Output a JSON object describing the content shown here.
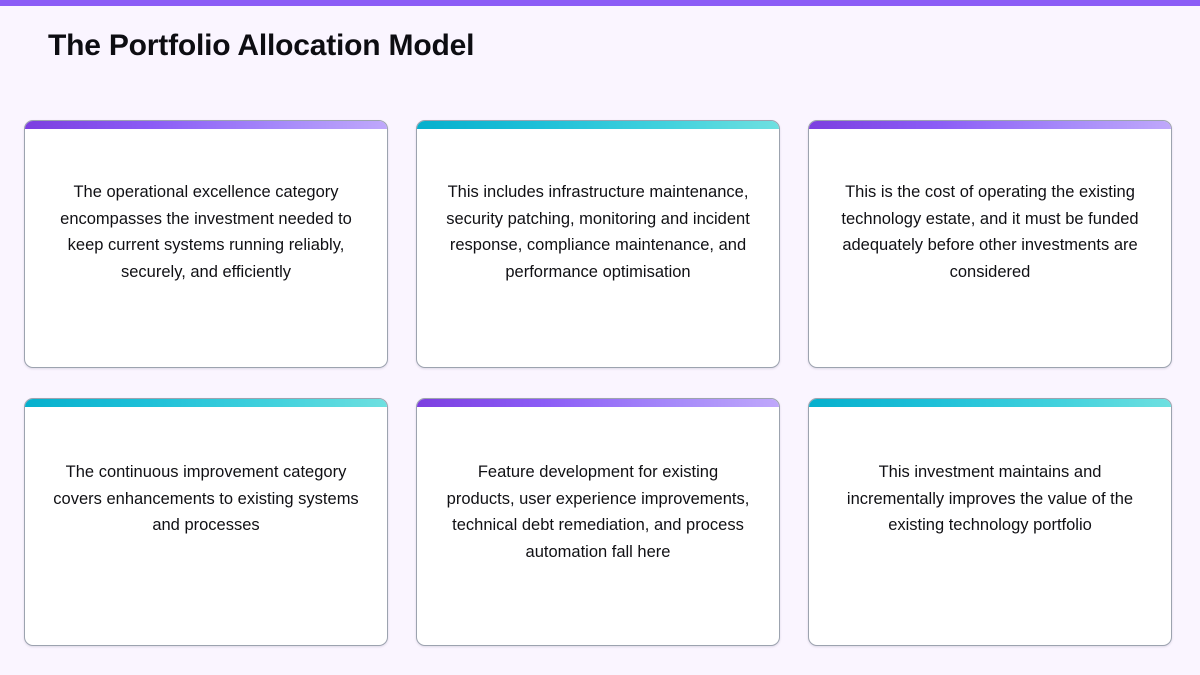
{
  "header": {
    "title": "The Portfolio Allocation Model",
    "accent_bar_color": "#8b5cf6"
  },
  "theme": {
    "background": "#faf5ff",
    "card_background": "#ffffff",
    "card_border": "#9ca3af",
    "text_color": "#101014",
    "purple_accent_start": "#7c3fe0",
    "purple_accent_end": "#bfa8fb",
    "teal_accent_start": "#06b0cd",
    "teal_accent_end": "#6ee0e0"
  },
  "cards": [
    {
      "id": "card-operational-excellence-definition",
      "accent": "purple",
      "text": "The operational excellence category encompasses the investment needed to keep current systems running reliably, securely, and efficiently"
    },
    {
      "id": "card-operational-excellence-scope",
      "accent": "teal",
      "text": "This includes infrastructure maintenance, security patching, monitoring and incident response, compliance maintenance, and performance optimisation"
    },
    {
      "id": "card-operational-excellence-funding",
      "accent": "purple",
      "text": "This is the cost of operating the existing technology estate, and it must be funded adequately before other investments are considered"
    },
    {
      "id": "card-continuous-improvement-definition",
      "accent": "teal",
      "text": "The continuous improvement category covers enhancements to existing systems and processes"
    },
    {
      "id": "card-continuous-improvement-scope",
      "accent": "purple",
      "text": "Feature development for existing products, user experience improvements, technical debt remediation, and process automation fall here"
    },
    {
      "id": "card-continuous-improvement-value",
      "accent": "teal",
      "text": "This investment maintains and incrementally improves the value of the existing technology portfolio"
    }
  ]
}
